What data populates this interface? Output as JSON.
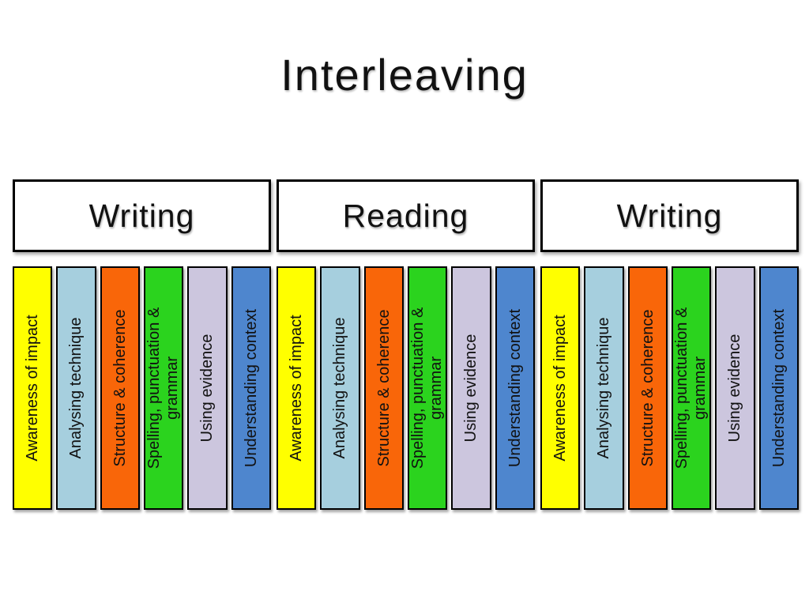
{
  "title": "Interleaving",
  "colors": {
    "background": "#FFFFFF",
    "border": "#000000",
    "text": "#111111"
  },
  "sections": [
    {
      "label": "Writing",
      "bars": [
        {
          "label": "Awareness of impact",
          "color": "#FFFF00"
        },
        {
          "label": "Analysing technique",
          "color": "#A6CFDE"
        },
        {
          "label": "Structure & coherence",
          "color": "#F96609"
        },
        {
          "label": "Spelling, punctuation &\ngrammar",
          "color": "#2BD31E"
        },
        {
          "label": "Using evidence",
          "color": "#CCC6DE"
        },
        {
          "label": "Understanding context",
          "color": "#4E86CE"
        }
      ]
    },
    {
      "label": "Reading",
      "bars": [
        {
          "label": "Awareness of impact",
          "color": "#FFFF00"
        },
        {
          "label": "Analysing technique",
          "color": "#A6CFDE"
        },
        {
          "label": "Structure & coherence",
          "color": "#F96609"
        },
        {
          "label": "Spelling, punctuation &\ngrammar",
          "color": "#2BD31E"
        },
        {
          "label": "Using evidence",
          "color": "#CCC6DE"
        },
        {
          "label": "Understanding context",
          "color": "#4E86CE"
        }
      ]
    },
    {
      "label": "Writing",
      "bars": [
        {
          "label": "Awareness of impact",
          "color": "#FFFF00"
        },
        {
          "label": "Analysing technique",
          "color": "#A6CFDE"
        },
        {
          "label": "Structure & coherence",
          "color": "#F96609"
        },
        {
          "label": "Spelling, punctuation &\ngrammar",
          "color": "#2BD31E"
        },
        {
          "label": "Using evidence",
          "color": "#CCC6DE"
        },
        {
          "label": "Understanding context",
          "color": "#4E86CE"
        }
      ]
    }
  ]
}
